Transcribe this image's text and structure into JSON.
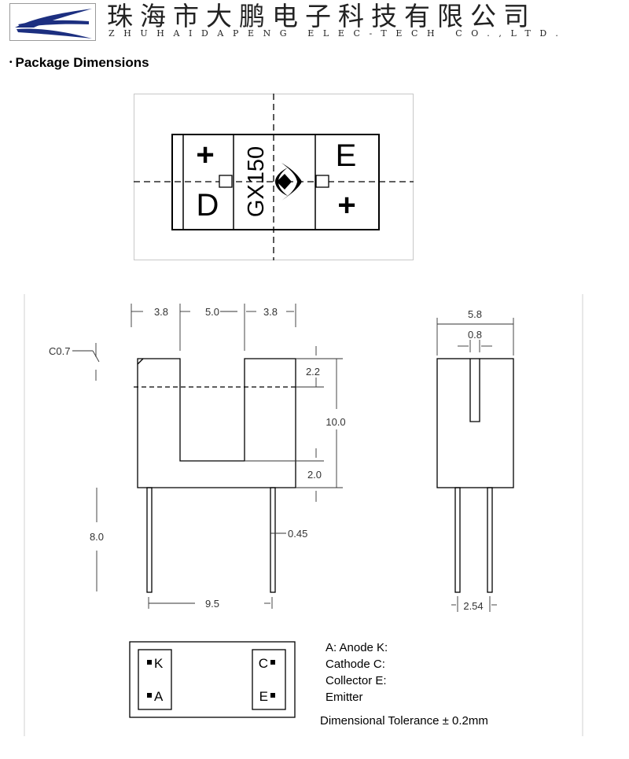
{
  "header": {
    "company_cn": "珠海市大鹏电子科技有限公司",
    "company_en": "ZHUHAIDAPENG ELEC-TECH CO.,LTD."
  },
  "section": {
    "bullet": "•",
    "title": "Package Dimensions"
  },
  "top_view": {
    "marking": "GX150",
    "left_top": "+",
    "left_bottom": "D",
    "right_top": "E",
    "right_bottom": "+"
  },
  "front_view": {
    "dim_left_width": "3.8",
    "dim_slot_width": "5.0",
    "dim_right_width": "3.8",
    "dim_chamfer": "C0.7",
    "dim_slot_top": "2.2",
    "dim_height": "10.0",
    "dim_slot_bottom": "2.0",
    "dim_lead_length": "8.0",
    "dim_lead_width": "0.45",
    "dim_lead_pitch": "9.5"
  },
  "side_view": {
    "dim_width": "5.8",
    "dim_slit": "0.8",
    "dim_lead_pitch": "2.54"
  },
  "bottom_view": {
    "pin_k": "K",
    "pin_a": "A",
    "pin_c": "C",
    "pin_e": "E"
  },
  "legend": {
    "line1": "A: Anode K:",
    "line2": "Cathode C:",
    "line3": "Collector E:",
    "line4": "Emitter",
    "tolerance": "Dimensional Tolerance ± 0.2mm"
  }
}
